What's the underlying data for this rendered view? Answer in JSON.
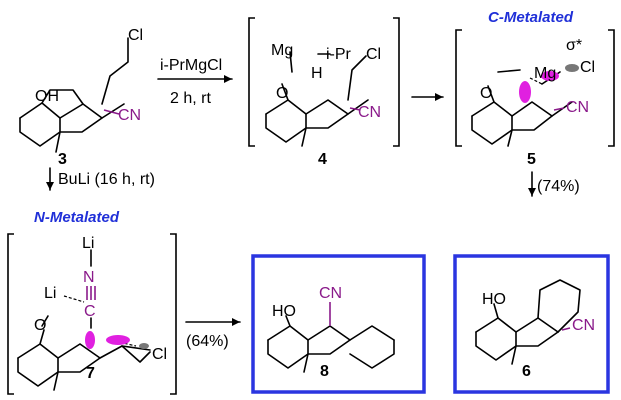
{
  "header": {
    "c_metalated_prefix": "C",
    "c_metalated_suffix": "-Metalated",
    "n_metalated_prefix": "N",
    "n_metalated_suffix": "-Metalated"
  },
  "compounds": {
    "c3": "3",
    "c4": "4",
    "c5": "5",
    "c6": "6",
    "c7": "7",
    "c8": "8"
  },
  "atoms": {
    "oh": "OH",
    "ho": "HO",
    "o": "O",
    "cl": "Cl",
    "cn": "CN",
    "mg": "Mg",
    "ipr": "i-Pr",
    "h": "H",
    "li": "Li",
    "n": "N",
    "c": "C",
    "sigma": "σ*"
  },
  "arrows": {
    "reagent_top": "i-PrMgCl",
    "conditions_top": "2 h, rt",
    "bu_li": "BuLi (16 h, rt)",
    "yield_5_to_6": "(74%)",
    "yield_7_to_8": "(64%)"
  },
  "colors": {
    "box_blue": "#2a35e0",
    "header_blue": "#2030d8",
    "magenta": "#8a1a8a",
    "lobe": "#e020e0"
  }
}
